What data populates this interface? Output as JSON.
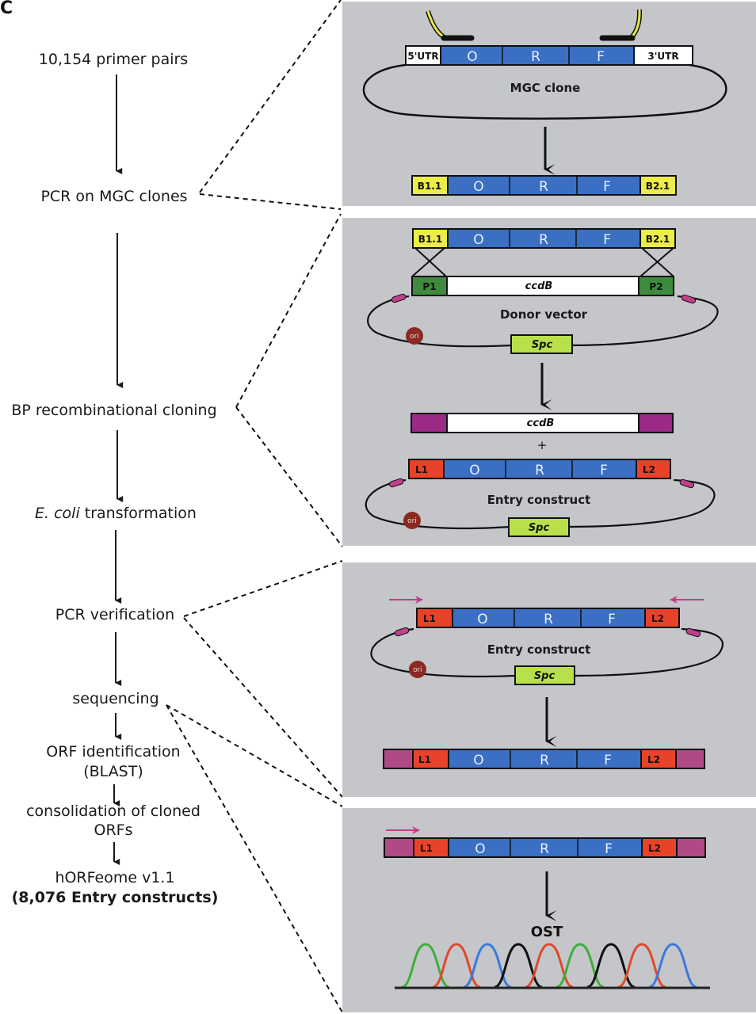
{
  "panel_letter": "C",
  "flow_steps": [
    {
      "text": "10,154 primer pairs"
    },
    {
      "text": "PCR on MGC clones"
    },
    {
      "text": "BP recombinational cloning"
    },
    {
      "italic": "E. coli",
      "text": " transformation"
    },
    {
      "text": "PCR verification"
    },
    {
      "text": "sequencing"
    },
    {
      "text": "ORF identification",
      "text2": "(BLAST)"
    },
    {
      "text": "consolidation of cloned",
      "text2": "ORFs"
    },
    {
      "text": "hORFeome v1.1",
      "text2": "(8,076 Entry constructs)"
    }
  ],
  "orf_letters": [
    "O",
    "R",
    "F"
  ],
  "panel1": {
    "utr5": "5'UTR",
    "utr3": "3'UTR",
    "plasmid_label": "MGC clone",
    "product_left": "B1.1",
    "product_right": "B2.1"
  },
  "panel2": {
    "insert_left": "B1.1",
    "insert_right": "B2.1",
    "donor_left": "P1",
    "donor_mid": "ccdB",
    "donor_right": "P2",
    "donor_label": "Donor vector",
    "ori": "ori",
    "marker": "Spc",
    "byproduct_mid": "ccdB",
    "plus": "+",
    "entry_left": "L1",
    "entry_right": "L2",
    "entry_label": "Entry construct"
  },
  "panel3": {
    "entry_left": "L1",
    "entry_right": "L2",
    "entry_label": "Entry construct",
    "ori": "ori",
    "marker": "Spc",
    "product_left": "L1",
    "product_right": "L2"
  },
  "panel4": {
    "seq_left": "L1",
    "seq_right": "L2",
    "ost_label": "OST",
    "trace_colors": [
      "green",
      "red",
      "blue",
      "black",
      "red",
      "green",
      "black",
      "red",
      "blue"
    ]
  },
  "colors": {
    "panel_bg": "#c4c6ca",
    "orf_blue": "#3a6fc4",
    "attB_yellow": "#ecec4a",
    "attP_green": "#3e8a3e",
    "attL_red": "#e8432a",
    "flank_magenta": "#b04a86",
    "byproduct_purple": "#9a2a86",
    "spc_green": "#b8e04a",
    "ori_dark_red": "#8a2a22",
    "primer_arrow": "#c0408a",
    "trace_green": "#3fae3a",
    "trace_red": "#e04a2a",
    "trace_blue": "#3a7ad8",
    "trace_black": "#111111"
  }
}
